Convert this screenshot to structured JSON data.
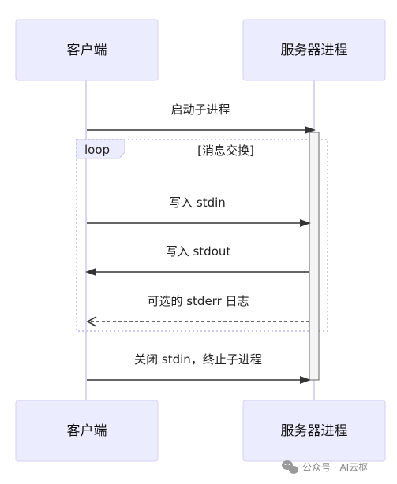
{
  "participants": {
    "client": "客户端",
    "server": "服务器进程"
  },
  "messages": {
    "start": "启动子进程",
    "write_stdin": "写入 stdin",
    "write_stdout": "写入 stdout",
    "stderr_log": "可选的 stderr 日志",
    "close": "关闭 stdin，终止子进程"
  },
  "loop": {
    "keyword": "loop",
    "title": "[消息交换]"
  },
  "watermark": {
    "text": "公众号 · AI云枢",
    "icon": "wechat-icon"
  },
  "colors": {
    "actor_fill": "#ececff",
    "actor_border": "#d5d0f2",
    "lifeline": "#cfc9ee",
    "loop_border": "#cfc6ee",
    "arrow": "#333333"
  }
}
